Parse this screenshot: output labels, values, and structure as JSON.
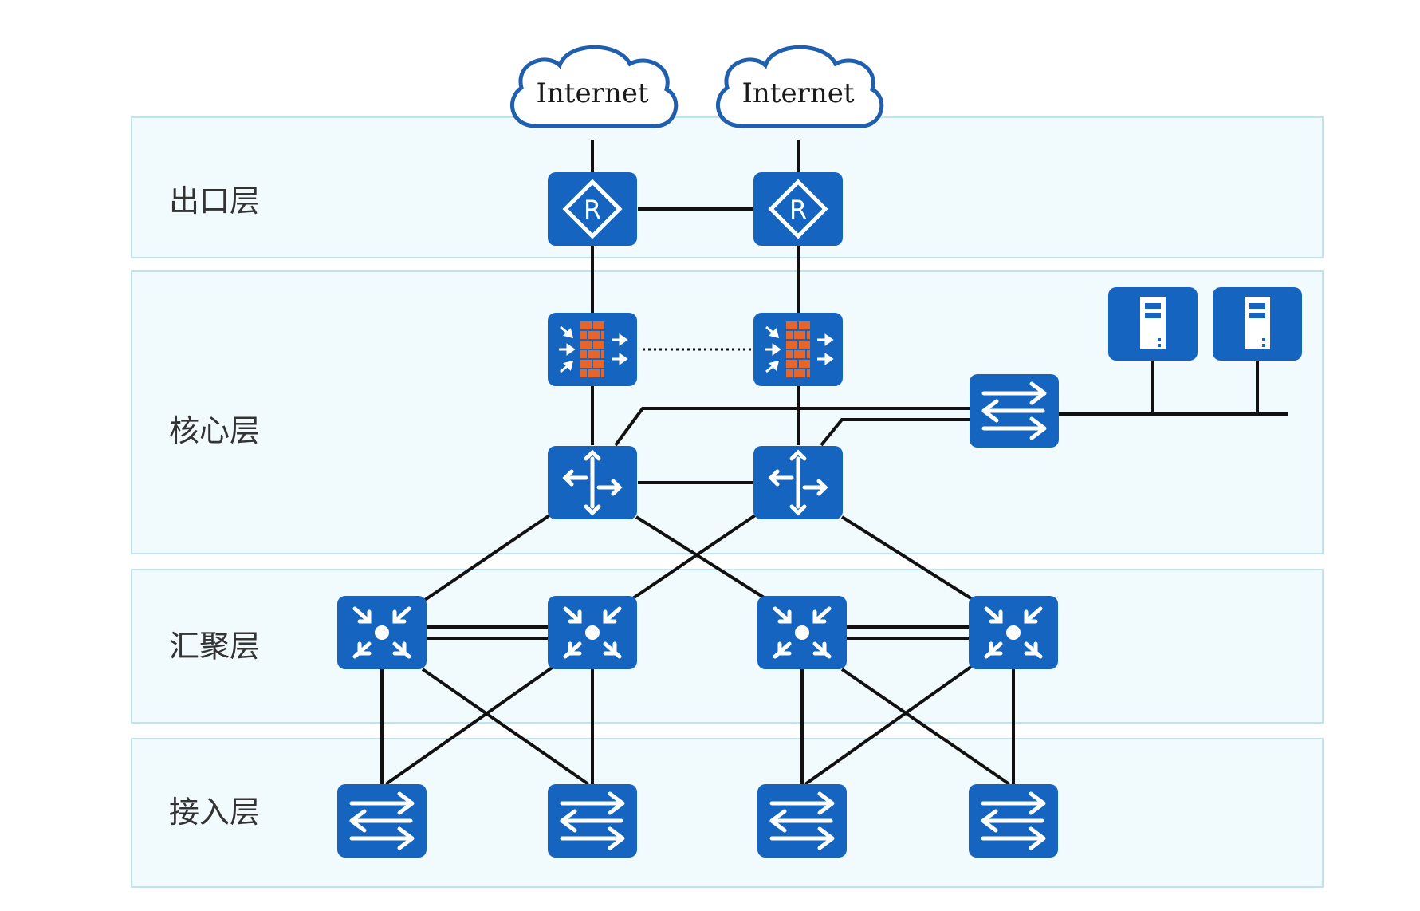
{
  "layers": [
    {
      "id": "exit",
      "label": "出口层"
    },
    {
      "id": "core",
      "label": "核心层"
    },
    {
      "id": "aggregation",
      "label": "汇聚层"
    },
    {
      "id": "access",
      "label": "接入层"
    }
  ],
  "clouds": [
    {
      "id": "internet-1",
      "label": "Internet"
    },
    {
      "id": "internet-2",
      "label": "Internet"
    }
  ],
  "colors": {
    "device": "#1565c0",
    "device_dark": "#0d47a1",
    "firewall_brick": "#e8652a",
    "layer_fill": "#f1fafd",
    "layer_border": "#bfe3ef",
    "link": "#111111",
    "cloud_border": "#1f5fae"
  },
  "icons": {
    "router": "router-icon",
    "firewall": "firewall-icon",
    "core_switch": "core-switch-icon",
    "aggregation_switch": "aggregation-switch-icon",
    "access_switch": "access-switch-icon",
    "server": "server-icon",
    "cloud": "internet-cloud-icon"
  }
}
